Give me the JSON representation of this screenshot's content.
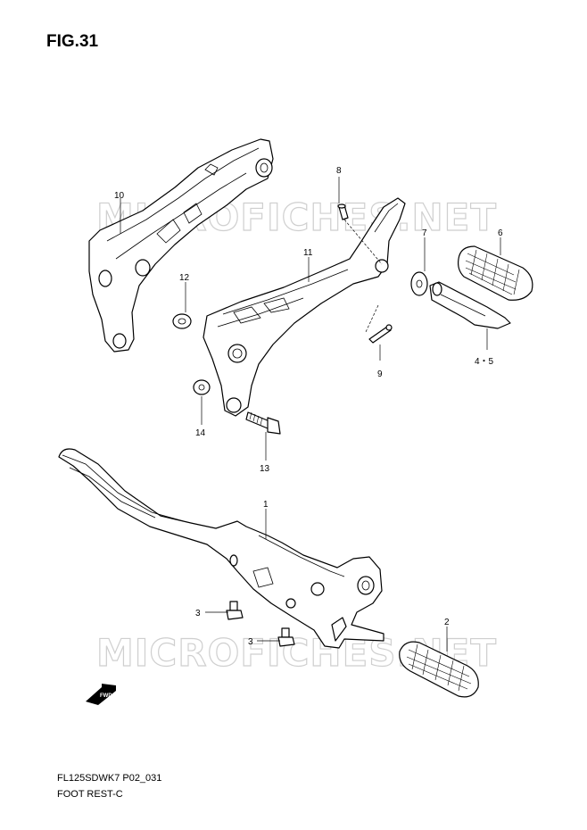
{
  "figure": {
    "title": "FIG.31",
    "model_code": "FL125SDWK7 P02_031",
    "section_name": "FOOT REST-C"
  },
  "watermark": {
    "text": "MICROFICHES.NET"
  },
  "direction_badge": {
    "text": "FWD"
  },
  "callouts": [
    {
      "id": "label-1",
      "text": "1"
    },
    {
      "id": "label-2",
      "text": "2"
    },
    {
      "id": "label-3a",
      "text": "3"
    },
    {
      "id": "label-3b",
      "text": "3"
    },
    {
      "id": "label-4-5",
      "text": "4・5"
    },
    {
      "id": "label-6",
      "text": "6"
    },
    {
      "id": "label-7",
      "text": "7"
    },
    {
      "id": "label-8",
      "text": "8"
    },
    {
      "id": "label-9",
      "text": "9"
    },
    {
      "id": "label-10",
      "text": "10"
    },
    {
      "id": "label-11",
      "text": "11"
    },
    {
      "id": "label-12",
      "text": "12"
    },
    {
      "id": "label-13",
      "text": "13"
    },
    {
      "id": "label-14",
      "text": "14"
    }
  ]
}
